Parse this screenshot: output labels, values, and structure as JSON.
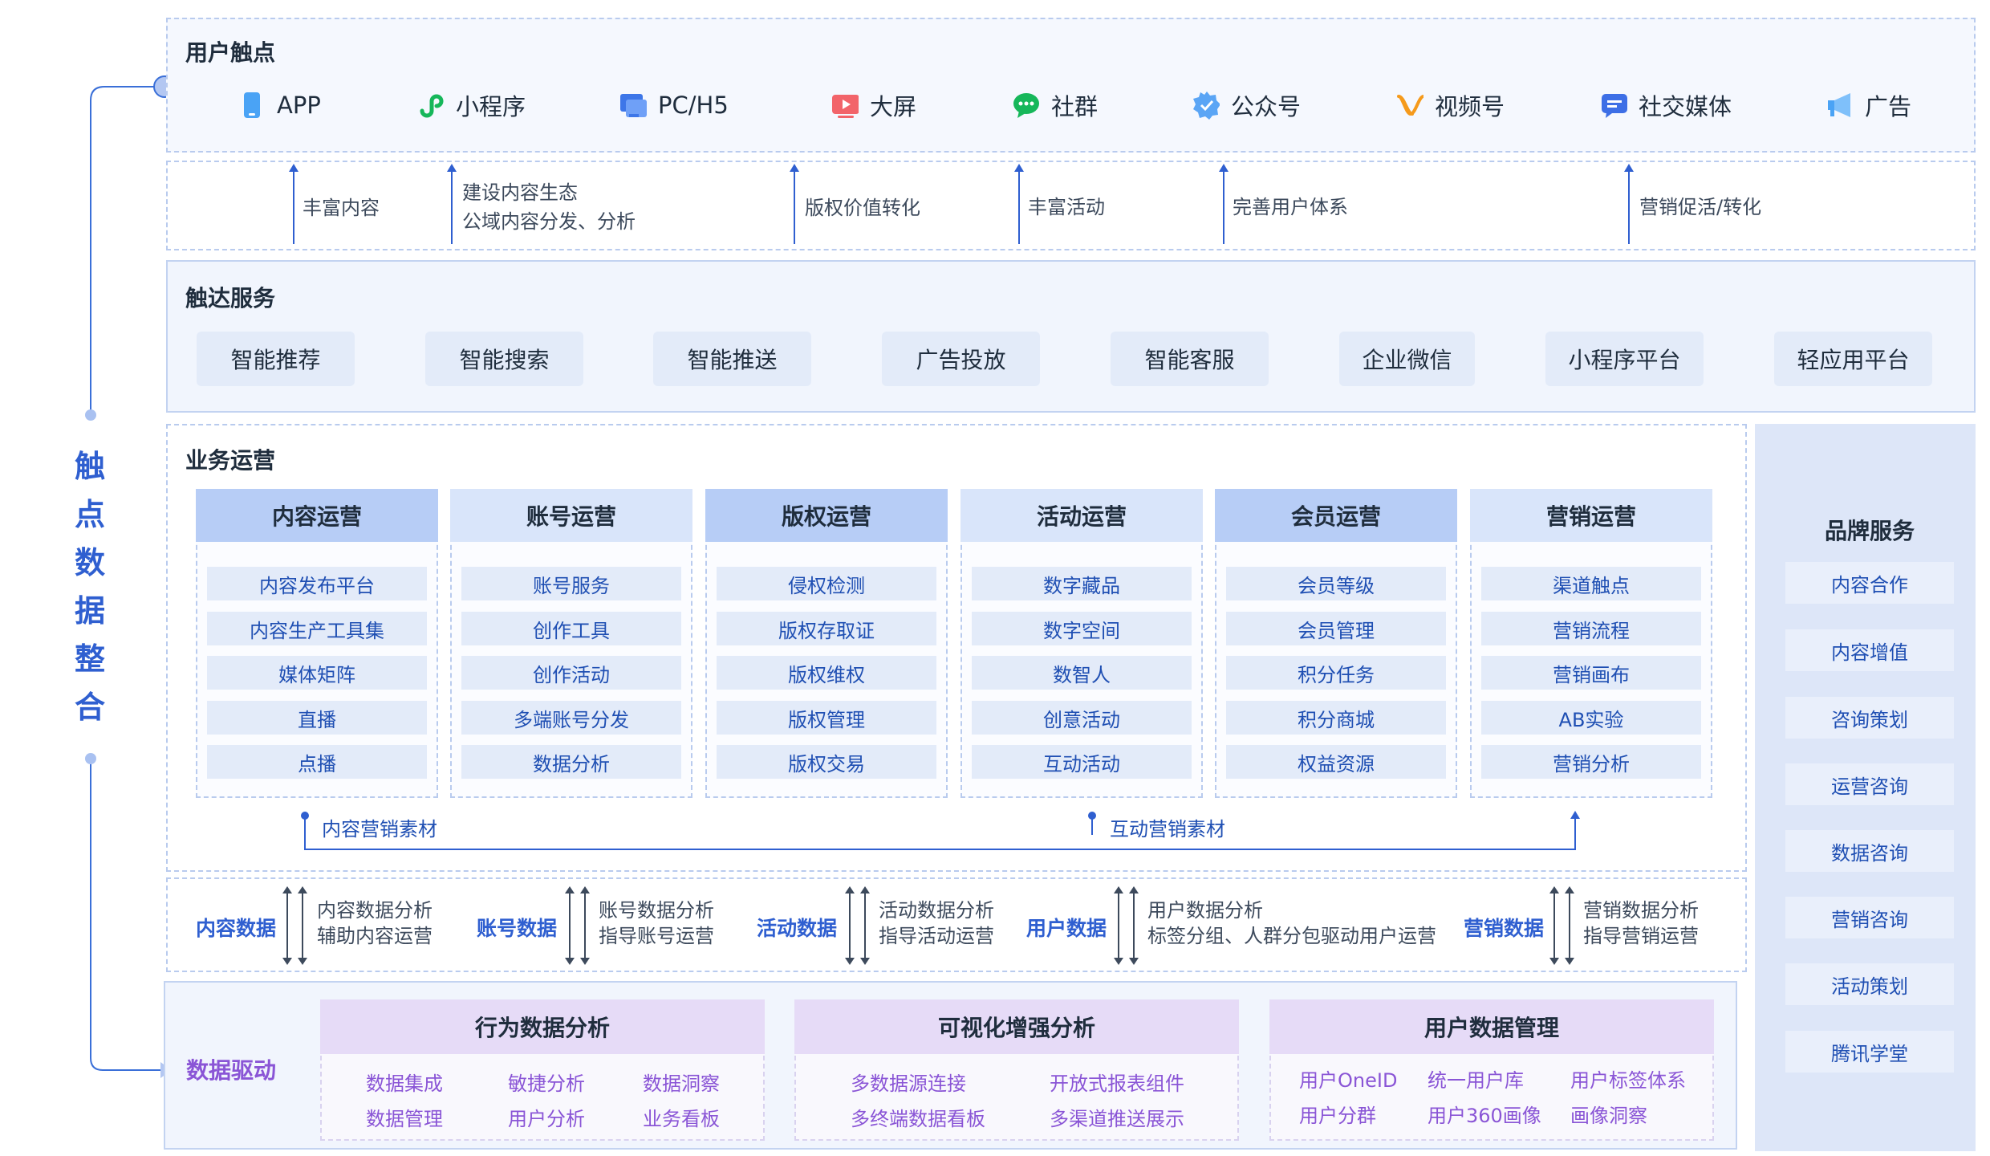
{
  "left_label": [
    "触",
    "点",
    "数",
    "据",
    "整",
    "合"
  ],
  "touchpoints": {
    "title": "用户触点",
    "items": [
      {
        "label": "APP",
        "icon": "phone-icon"
      },
      {
        "label": "小程序",
        "icon": "mini-program-icon"
      },
      {
        "label": "PC/H5",
        "icon": "monitor-icon"
      },
      {
        "label": "大屏",
        "icon": "big-screen-icon"
      },
      {
        "label": "社群",
        "icon": "chat-group-icon"
      },
      {
        "label": "公众号",
        "icon": "verified-badge-icon"
      },
      {
        "label": "视频号",
        "icon": "video-channel-icon"
      },
      {
        "label": "社交媒体",
        "icon": "social-media-icon"
      },
      {
        "label": "广告",
        "icon": "megaphone-icon"
      }
    ]
  },
  "touch_desc": [
    {
      "lines": [
        "丰富内容"
      ]
    },
    {
      "lines": [
        "建设内容生态",
        "公域内容分发、分析"
      ]
    },
    {
      "lines": [
        "版权价值转化"
      ]
    },
    {
      "lines": [
        "丰富活动"
      ]
    },
    {
      "lines": [
        "完善用户体系"
      ]
    },
    {
      "lines": [
        "营销促活/转化"
      ]
    }
  ],
  "reach_services": {
    "title": "触达服务",
    "items": [
      "智能推荐",
      "智能搜索",
      "智能推送",
      "广告投放",
      "智能客服",
      "企业微信",
      "小程序平台",
      "轻应用平台"
    ]
  },
  "business_ops": {
    "title": "业务运营",
    "columns": [
      {
        "title": "内容运营",
        "items": [
          "内容发布平台",
          "内容生产工具集",
          "媒体矩阵",
          "直播",
          "点播"
        ]
      },
      {
        "title": "账号运营",
        "items": [
          "账号服务",
          "创作工具",
          "创作活动",
          "多端账号分发",
          "数据分析"
        ]
      },
      {
        "title": "版权运营",
        "items": [
          "侵权检测",
          "版权存取证",
          "版权维权",
          "版权管理",
          "版权交易"
        ]
      },
      {
        "title": "活动运营",
        "items": [
          "数字藏品",
          "数字空间",
          "数智人",
          "创意活动",
          "互动活动"
        ]
      },
      {
        "title": "会员运营",
        "items": [
          "会员等级",
          "会员管理",
          "积分任务",
          "积分商城",
          "权益资源"
        ]
      },
      {
        "title": "营销运营",
        "items": [
          "渠道触点",
          "营销流程",
          "营销画布",
          "AB实验",
          "营销分析"
        ]
      }
    ],
    "materials": [
      "内容营销素材",
      "互动营销素材"
    ]
  },
  "data_flow": [
    {
      "label": "内容数据",
      "lines": [
        "内容数据分析",
        "辅助内容运营"
      ]
    },
    {
      "label": "账号数据",
      "lines": [
        "账号数据分析",
        "指导账号运营"
      ]
    },
    {
      "label": "活动数据",
      "lines": [
        "活动数据分析",
        "指导活动运营"
      ]
    },
    {
      "label": "用户数据",
      "lines": [
        "用户数据分析",
        "标签分组、人群分包驱动用户运营"
      ]
    },
    {
      "label": "营销数据",
      "lines": [
        "营销数据分析",
        "指导营销运营"
      ]
    }
  ],
  "data_drive": {
    "title": "数据驱动",
    "cards": [
      {
        "title": "行为数据分析",
        "items": [
          "数据集成",
          "敏捷分析",
          "数据洞察",
          "数据管理",
          "用户分析",
          "业务看板"
        ]
      },
      {
        "title": "可视化增强分析",
        "items": [
          "多数据源连接",
          "开放式报表组件",
          "多终端数据看板",
          "多渠道推送展示"
        ]
      },
      {
        "title": "用户数据管理",
        "items": [
          "用户OneID",
          "统一用户库",
          "用户标签体系",
          "用户分群",
          "用户360画像",
          "画像洞察"
        ]
      }
    ]
  },
  "brand_services": {
    "title": "品牌服务",
    "items": [
      "内容合作",
      "内容增值",
      "咨询策划",
      "运营咨询",
      "数据咨询",
      "营销咨询",
      "活动策划",
      "腾讯学堂"
    ]
  },
  "colors": {
    "primary": "#2f5fd0",
    "purple": "#8a55d6",
    "panel": "#f1f5fd",
    "border": "#b9cbee"
  }
}
